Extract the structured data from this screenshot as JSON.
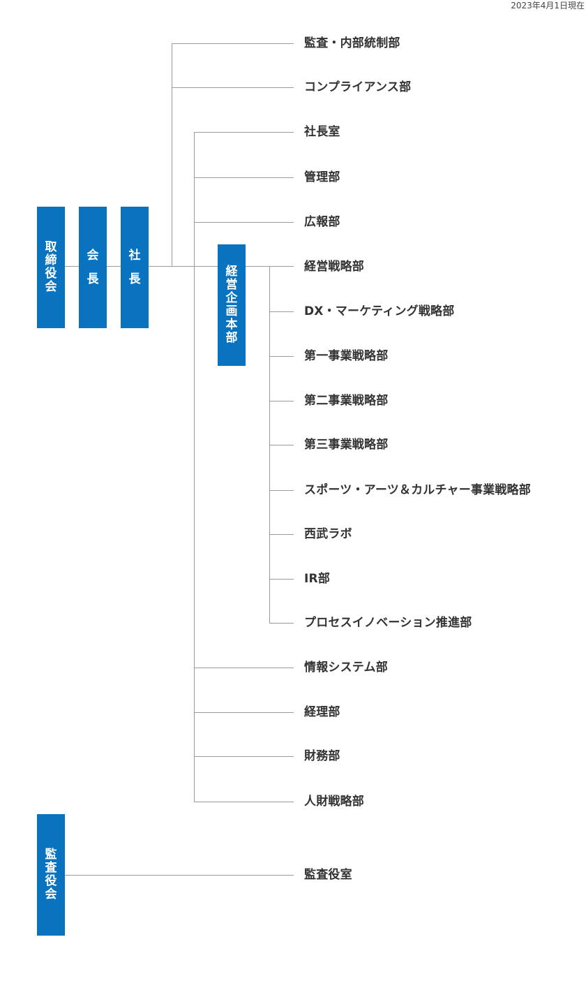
{
  "as_of": "2023年4月1日現在",
  "colors": {
    "box": "#0a73bf",
    "line": "#9a9a9a",
    "text": "#333333"
  },
  "boxes": {
    "board": "取締役会",
    "chairman": "会長",
    "president": "社長",
    "corporate_planning": "経営企画本部",
    "audit_board": "監査役会"
  },
  "upper_depts": [
    "監査・内部統制部",
    "コンプライアンス部"
  ],
  "president_depts_before": [
    "社長室",
    "管理部",
    "広報部"
  ],
  "planning_depts": [
    "経営戦略部",
    "DX・マーケティング戦略部",
    "第一事業戦略部",
    "第二事業戦略部",
    "第三事業戦略部",
    "スポーツ・アーツ＆カルチャー事業戦略部",
    "西武ラボ",
    "IR部",
    "プロセスイノベーション推進部"
  ],
  "president_depts_after": [
    "情報システム部",
    "経理部",
    "財務部",
    "人財戦略部"
  ],
  "audit_depts": [
    "監査役室"
  ]
}
